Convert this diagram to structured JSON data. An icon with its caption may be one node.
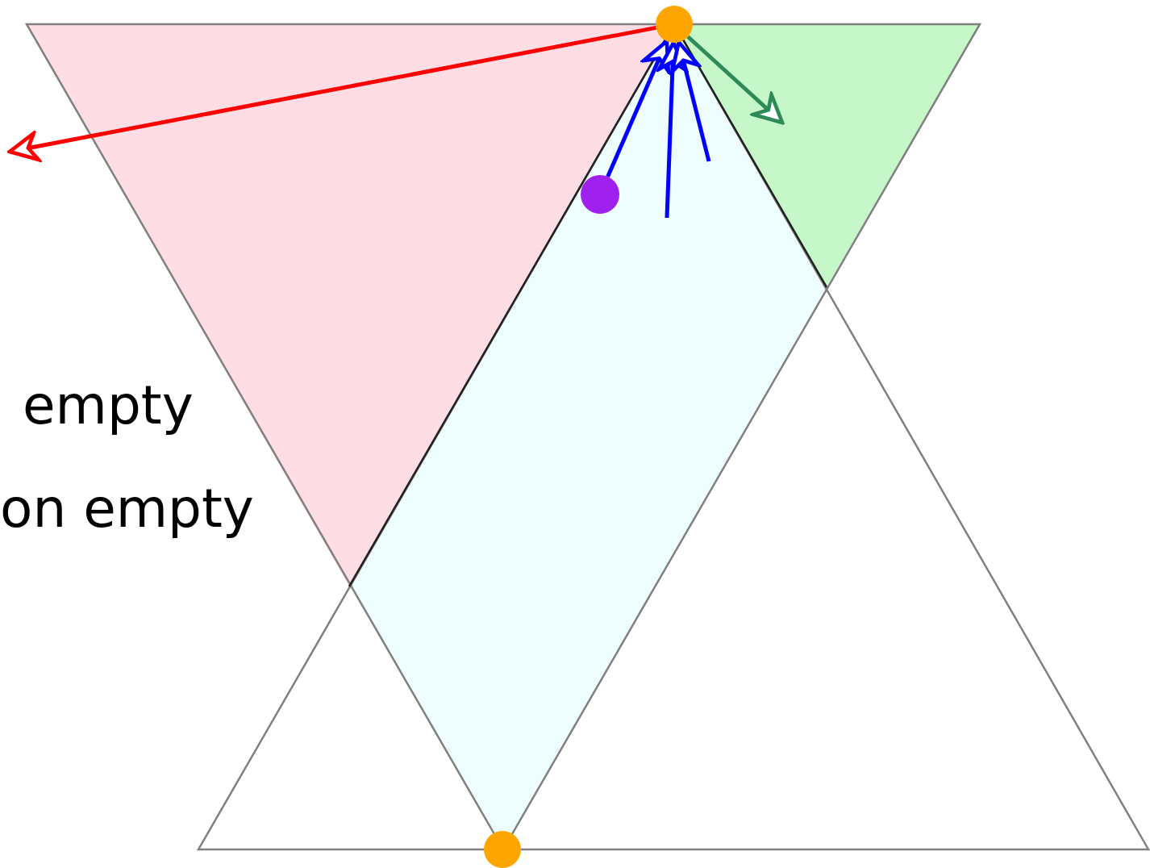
{
  "diagram": {
    "nodes": [
      {
        "text": [],
        "shape": "circle"
      },
      {
        "text": [],
        "shape": "circle"
      },
      {
        "text": [],
        "shape": "circle"
      }
    ],
    "edges": [
      {
        "from": 0,
        "to": null,
        "arrow": "to",
        "color": "#ff0000"
      },
      {
        "from": 0,
        "to": null,
        "arrow": "to",
        "color": "#2e8b57"
      },
      {
        "from": 1,
        "to": 0,
        "arrow": "to"
      },
      {
        "from": null,
        "to": 0,
        "arrow": "to"
      },
      {
        "from": null,
        "to": 0,
        "arrow": "to"
      }
    ],
    "labels": [
      "empty",
      "on empty"
    ]
  }
}
